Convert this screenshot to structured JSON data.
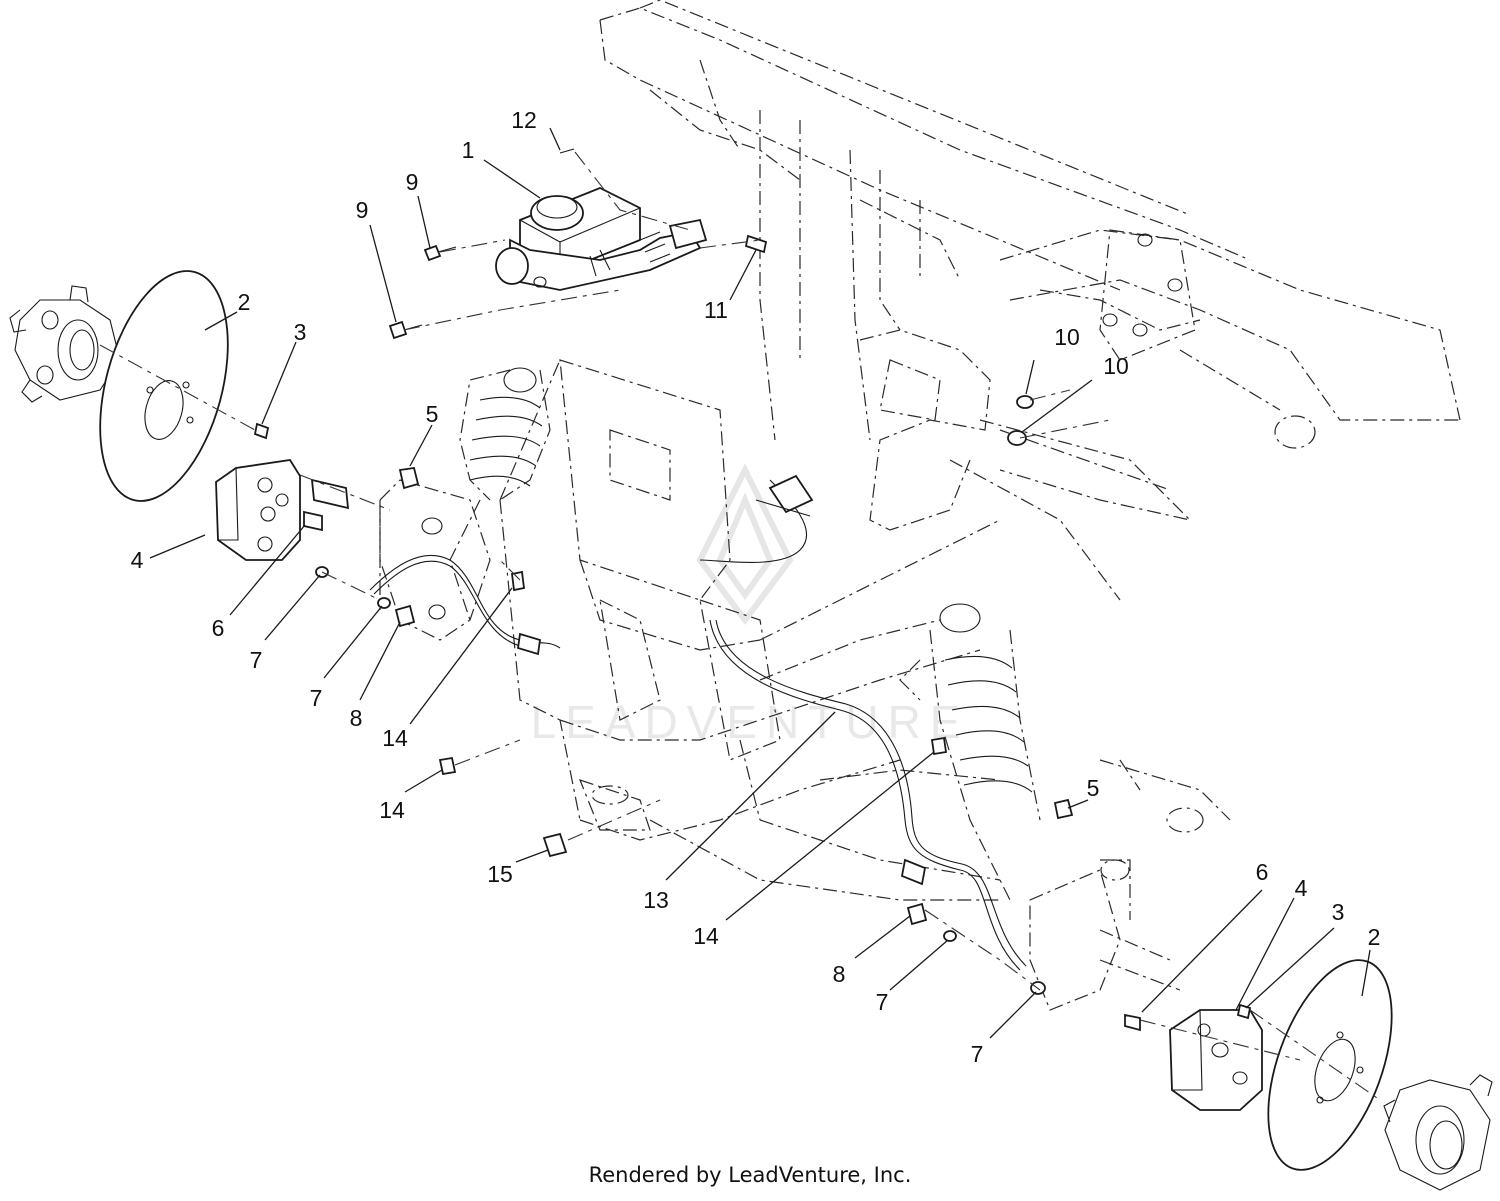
{
  "watermark": "LEADVENTURE",
  "footer": "Rendered by LeadVenture, Inc.",
  "callouts": [
    {
      "id": "c1",
      "label": "1"
    },
    {
      "id": "c2a",
      "label": "2"
    },
    {
      "id": "c2b",
      "label": "2"
    },
    {
      "id": "c3a",
      "label": "3"
    },
    {
      "id": "c3b",
      "label": "3"
    },
    {
      "id": "c4a",
      "label": "4"
    },
    {
      "id": "c4b",
      "label": "4"
    },
    {
      "id": "c5a",
      "label": "5"
    },
    {
      "id": "c5b",
      "label": "5"
    },
    {
      "id": "c6a",
      "label": "6"
    },
    {
      "id": "c6b",
      "label": "6"
    },
    {
      "id": "c7a",
      "label": "7"
    },
    {
      "id": "c7b",
      "label": "7"
    },
    {
      "id": "c7c",
      "label": "7"
    },
    {
      "id": "c7d",
      "label": "7"
    },
    {
      "id": "c8a",
      "label": "8"
    },
    {
      "id": "c8b",
      "label": "8"
    },
    {
      "id": "c9a",
      "label": "9"
    },
    {
      "id": "c9b",
      "label": "9"
    },
    {
      "id": "c10a",
      "label": "10"
    },
    {
      "id": "c10b",
      "label": "10"
    },
    {
      "id": "c11",
      "label": "11"
    },
    {
      "id": "c12",
      "label": "12"
    },
    {
      "id": "c13",
      "label": "13"
    },
    {
      "id": "c14a",
      "label": "14"
    },
    {
      "id": "c14b",
      "label": "14"
    },
    {
      "id": "c14c",
      "label": "14"
    },
    {
      "id": "c15",
      "label": "15"
    }
  ]
}
